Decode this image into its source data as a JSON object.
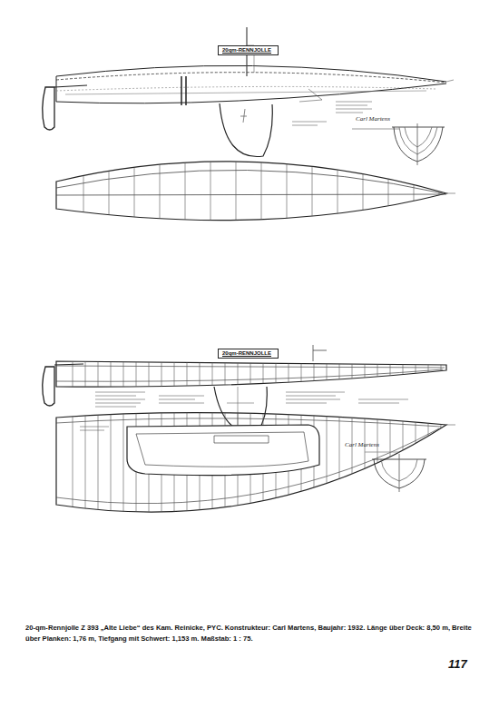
{
  "diagram": {
    "caption": "20-qm-Rennjolle Z 393 „Alte Liebe“ des Kam. Reinicke, PYC. Konstrukteur: Carl Martens, Baujahr: 1932. Länge über Deck: 8,50 m, Breite über Planken: 1,76 m, Tiefgang mit Schwert: 1,153 m. Maßstab: 1 : 75.",
    "nodes": [
      {
        "text": [
          "20qm-RENNJOLLE"
        ]
      },
      {
        "text": [
          "20qm-RENNJOLLE"
        ]
      }
    ],
    "labels": [
      "Carl Martens",
      "Carl Martens",
      "117"
    ]
  }
}
